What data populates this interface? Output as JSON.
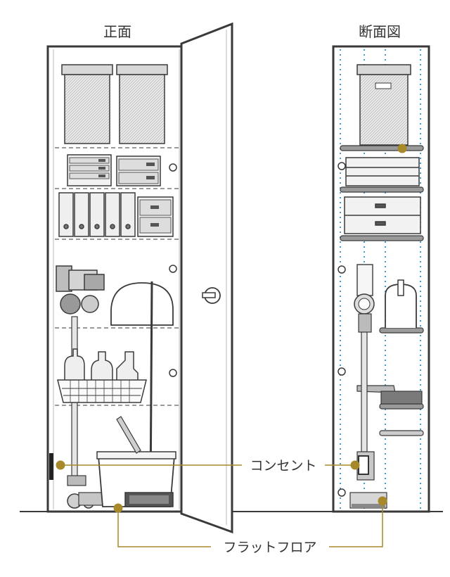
{
  "titles": {
    "front": "正面",
    "section": "断面図"
  },
  "callouts": {
    "outlet": "コンセント",
    "flat_floor": "フラットフロア"
  },
  "colors": {
    "line": "#3a3a3a",
    "fill_light": "#e6e6e6",
    "fill_mid": "#c9c9c9",
    "fill_dark": "#8f8f8f",
    "accent_gold": "#a8892a",
    "dotted_blue": "#3aa0dc"
  },
  "icons": [
    "vacuum-cleaner-icon",
    "bucket-icon",
    "mop-icon",
    "detergent-bottle-icon",
    "storage-box-icon",
    "drawer-case-icon",
    "file-box-icon",
    "door-knob-icon",
    "shelf-pin-icon"
  ]
}
